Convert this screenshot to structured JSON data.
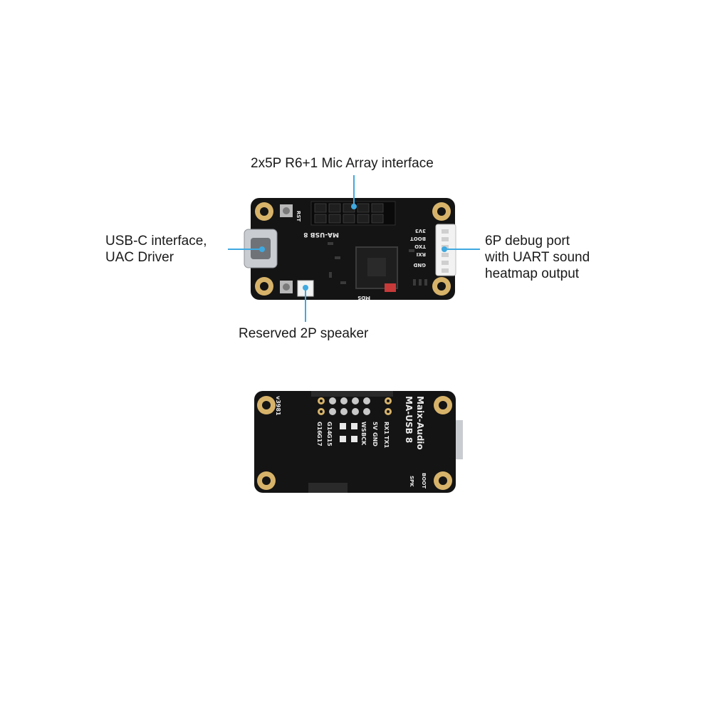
{
  "callouts": {
    "mic_array": "2x5P R6+1 Mic Array interface",
    "usb_c": [
      "USB-C interface,",
      "UAC Driver"
    ],
    "debug_port": [
      "6P debug port",
      "with UART sound",
      "heatmap output"
    ],
    "speaker": "Reserved 2P speaker"
  },
  "front_board": {
    "rst": "RST",
    "model": "MA-USB 8",
    "pins": [
      "3V3",
      "BOOT",
      "TXO",
      "RXI",
      "GND"
    ],
    "chip_mark": "MDS"
  },
  "back_board": {
    "version": "v3981",
    "brand": "Maix-Audio",
    "model": "MA-USB 8",
    "pin_row_1": [
      "RX1",
      "TX1"
    ],
    "pin_row_2": [
      "5V",
      "GND"
    ],
    "pin_row_3": [
      "WS",
      "BCK"
    ],
    "pin_row_4": [
      "G14",
      "G15"
    ],
    "pin_row_5": [
      "G16",
      "G17"
    ],
    "boot": "BOOT",
    "spk": "SPK"
  },
  "colors": {
    "accent": "#3fa9e0",
    "board": "#141414",
    "pad": "#d7b36a"
  }
}
